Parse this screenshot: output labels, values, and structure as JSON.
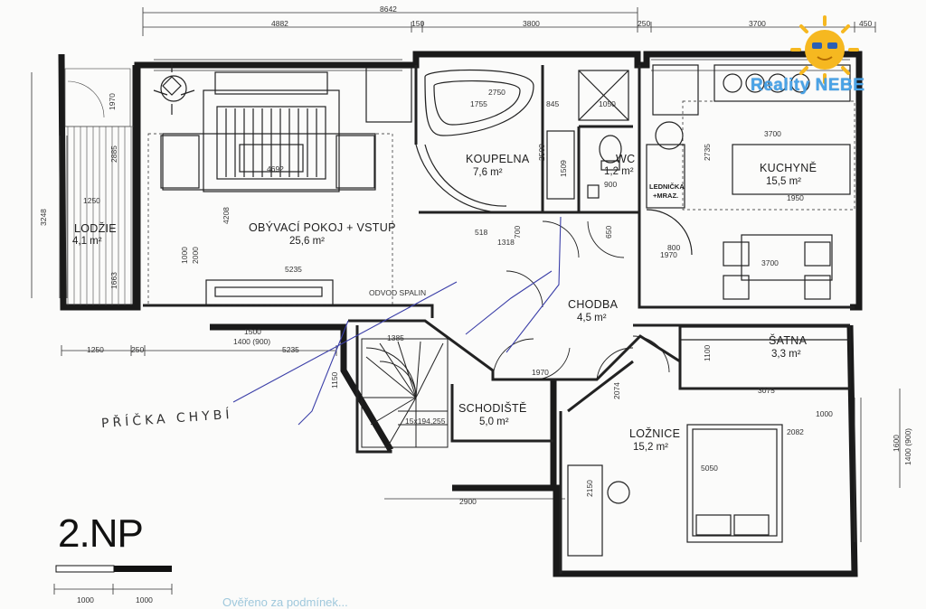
{
  "title": "2.NP",
  "brand": {
    "name": "Reality NEBE"
  },
  "rooms": [
    {
      "id": "obyvaci",
      "name": "OBÝVACÍ POKOJ + VSTUP",
      "area": "25,6 m²"
    },
    {
      "id": "koupelna",
      "name": "KOUPELNA",
      "area": "7,6 m²"
    },
    {
      "id": "wc",
      "name": "WC",
      "area": "1,2 m²"
    },
    {
      "id": "kuchyne",
      "name": "KUCHYNĚ",
      "area": "15,5 m²"
    },
    {
      "id": "lodzie",
      "name": "LODŽIE",
      "area": "4,1 m²"
    },
    {
      "id": "chodba",
      "name": "CHODBA",
      "area": "4,5 m²"
    },
    {
      "id": "satna",
      "name": "ŠATNA",
      "area": "3,3 m²"
    },
    {
      "id": "schodiste",
      "name": "SCHODIŠTĚ",
      "area": "5,0 m²"
    },
    {
      "id": "loznice",
      "name": "LOŽNICE",
      "area": "15,2 m²"
    }
  ],
  "notes": {
    "odvod": "ODVOD SPALIN",
    "lednicka_1": "LEDNIČKA",
    "lednicka_2": "+MRAZ.",
    "handwritten": "PŘÍČKA CHYBÍ",
    "footer": "Ověřeno za podmínek..."
  },
  "dimensions": {
    "top_total": "8642",
    "top_a": "4882",
    "top_b": "150",
    "top_c": "3800",
    "top_d": "250",
    "top_e": "3700",
    "top_f": "450",
    "living_w": "4692",
    "living_w2": "5235",
    "bath_1": "2750",
    "bath_2": "1755",
    "bath_3": "845",
    "bath_4": "1050",
    "bath_5": "2509",
    "k_w1": "3700",
    "k_w2": "1950",
    "k_w3": "1970",
    "k_w4": "3700",
    "bottom_1": "1250",
    "bottom_2": "250",
    "bottom_3": "5235",
    "win_1": "1500",
    "win_2": "1400 (900)",
    "st_1": "1385",
    "st_2": "15x194,255",
    "h_1": "800",
    "h_2": "1970",
    "bed_1": "3075",
    "bed_2": "2082",
    "bed_3": "5050",
    "bed_4": "1000",
    "bot_2900": "2900",
    "scale_1": "1000",
    "scale_2": "1000",
    "lodzie_1": "1250",
    "v_3248": "3248",
    "v_4208": "4208",
    "v_2735": "2735",
    "v_1100": "1100",
    "v_2150": "2150",
    "v_1400_900": "1400 (900)",
    "v_1600": "1600",
    "v_2885": "2885",
    "v_1663": "1663",
    "v_1970": "1970",
    "v_1000": "1000",
    "v_2000": "2000",
    "small_518": "518",
    "small_1318": "1318",
    "small_700": "700",
    "small_650": "650",
    "small_1509": "1509",
    "small_900": "900",
    "small_2074": "2074",
    "small_1150": "1150"
  }
}
